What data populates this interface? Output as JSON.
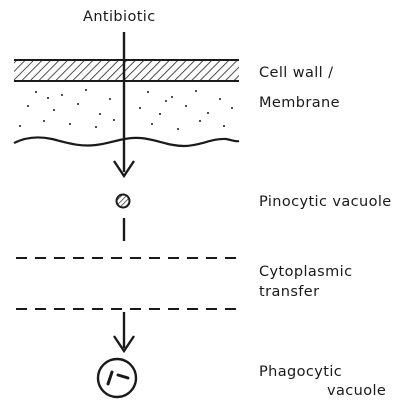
{
  "diagram": {
    "top_label": "Antibiotic",
    "labels": {
      "cell_wall_line1": "Cell wall /",
      "cell_wall_line2": "Membrane",
      "pinocytic": "Pinocytic vacuole",
      "cytoplasmic_line1": "Cytoplasmic",
      "cytoplasmic_line2": "transfer",
      "phagocytic_line1": "Phagocytic",
      "phagocytic_line2": "vacuole"
    }
  }
}
